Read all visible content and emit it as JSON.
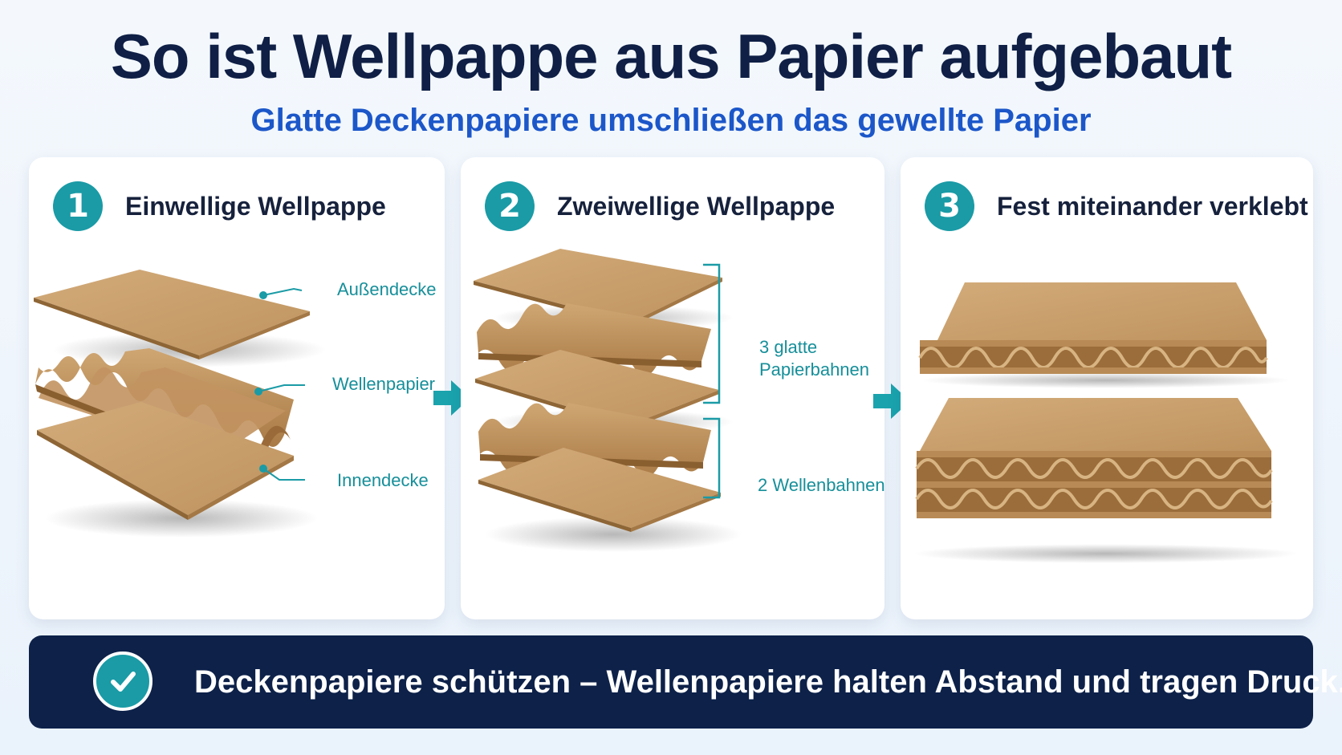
{
  "header": {
    "title": "So ist Wellpappe aus Papier aufgebaut",
    "subtitle": "Glatte Deckenpapiere umschließen das gewellte Papier"
  },
  "panels": [
    {
      "number": "1",
      "title": "Einwellige Wellpappe",
      "labels": [
        "Außendecke",
        "Wellenpapier",
        "Innendecke"
      ]
    },
    {
      "number": "2",
      "title": "Zweiwellige Wellpappe",
      "labels": [
        "3 glatte",
        "Papierbahnen",
        "2 Wellenbahnen"
      ]
    },
    {
      "number": "3",
      "title": "Fest miteinander verklebt",
      "labels": []
    }
  ],
  "footer": {
    "text": "Deckenpapiere schützen – Wellenpapiere halten Abstand und tragen Druck."
  },
  "colors": {
    "title": "#0f1f45",
    "subtitle": "#1c57c9",
    "accent_teal": "#1a9ba6",
    "footer_bg": "#0d2149",
    "kraft": "#c9a06c"
  },
  "icons": [
    "check-icon",
    "arrow-right-icon"
  ]
}
